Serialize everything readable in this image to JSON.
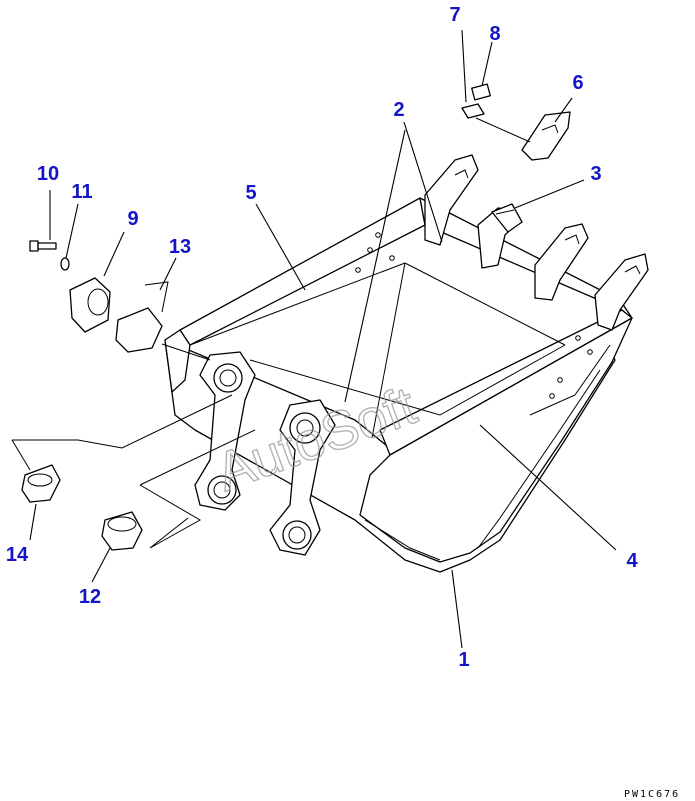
{
  "diagram": {
    "callouts": [
      {
        "id": "c1",
        "label": "1"
      },
      {
        "id": "c2",
        "label": "2"
      },
      {
        "id": "c3",
        "label": "3"
      },
      {
        "id": "c4",
        "label": "4"
      },
      {
        "id": "c5",
        "label": "5"
      },
      {
        "id": "c6",
        "label": "6"
      },
      {
        "id": "c7",
        "label": "7"
      },
      {
        "id": "c8",
        "label": "8"
      },
      {
        "id": "c9",
        "label": "9"
      },
      {
        "id": "c10",
        "label": "10"
      },
      {
        "id": "c11",
        "label": "11"
      },
      {
        "id": "c12",
        "label": "12"
      },
      {
        "id": "c13",
        "label": "13"
      },
      {
        "id": "c14",
        "label": "14"
      }
    ],
    "watermark": "AutoSoft",
    "drawing_code": "PW1C676"
  },
  "colors": {
    "callout": "#1414c8",
    "line": "#000000",
    "watermark": "#9a9a9a"
  }
}
